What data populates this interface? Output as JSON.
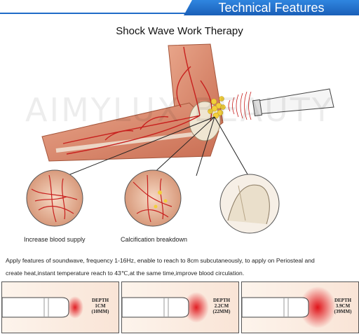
{
  "header": {
    "title": "Technical Features"
  },
  "subtitle": "Shock Wave Work Therapy",
  "watermark": "AIMYLUX BEAUTY",
  "circles": [
    {
      "label": "Increase blood supply"
    },
    {
      "label": "Calcification breakdown"
    }
  ],
  "description": {
    "line1": "Apply features of soundwave, frequency 1-16Hz, enable to reach to 8cm subcutaneously, to apply on Periosteal and",
    "line2": "create heat,instant temperature reach to 43℃,at the same time,improve blood circulation."
  },
  "panels": [
    {
      "depth_label": "DEPTH",
      "depth_cm": "1CM",
      "depth_mm": "(10MM)",
      "intensity": 1
    },
    {
      "depth_label": "DEPTH",
      "depth_cm": "2.2CM",
      "depth_mm": "(22MM)",
      "intensity": 2
    },
    {
      "depth_label": "DEPTH",
      "depth_cm": "3.9CM",
      "depth_mm": "(39MM)",
      "intensity": 3
    }
  ],
  "colors": {
    "accent": "#1f6cc8",
    "artery": "#c8201e",
    "skin": "#f9e4d6"
  }
}
